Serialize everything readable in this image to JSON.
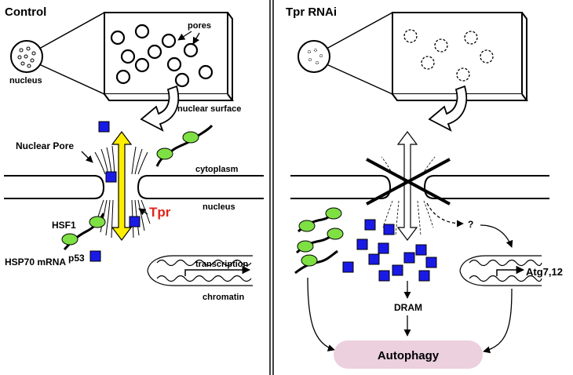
{
  "panels": {
    "left_title": "Control",
    "right_title": "Tpr RNAi"
  },
  "labels": {
    "nucleus": "nucleus",
    "pores": "pores",
    "nuclear_surface": "nuclear surface",
    "nuclear_pore": "Nuclear Pore",
    "cytoplasm": "cytoplasm",
    "nucleus_compartment": "nucleus",
    "tpr": "Tpr",
    "hsf1": "HSF1",
    "hsp70_mrna": "HSP70 mRNA",
    "p53": "p53",
    "transcription": "transcription",
    "chromatin": "chromatin",
    "question": "?",
    "atg": "Atg7,12",
    "dram": "DRAM",
    "autophagy": "Autophagy"
  },
  "colors": {
    "tpr_red": "#e0251b",
    "arrow_yellow": "#ffee00",
    "p53_blue": "#1a1ae6",
    "hsf1_green": "#7ee043",
    "autophagy_fill": "#ecd0de"
  }
}
